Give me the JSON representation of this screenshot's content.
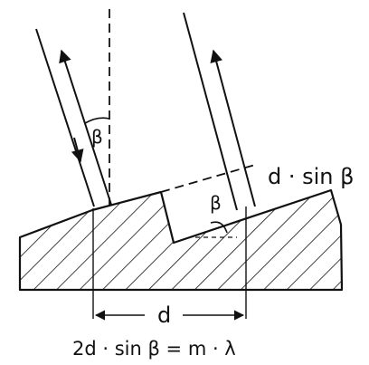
{
  "diagram": {
    "labels": {
      "beta_incident": "β",
      "beta_groove": "β",
      "path_difference": "d · sin β",
      "spacing": "d",
      "grating_equation": "2d · sin β = m · λ"
    },
    "colors": {
      "ink": "#111111",
      "background": "#ffffff"
    }
  }
}
